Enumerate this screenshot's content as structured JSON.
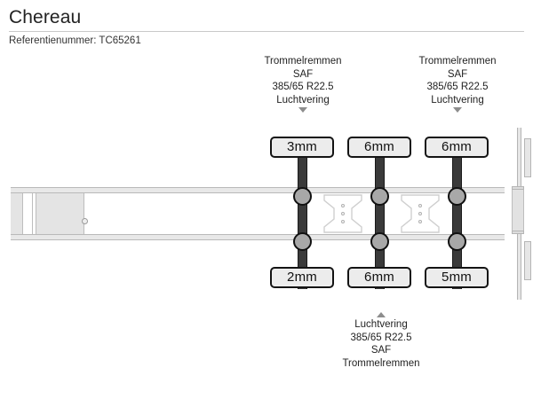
{
  "header": {
    "title": "Chereau",
    "reference_label": "Referentienummer: TC65261"
  },
  "diagram": {
    "type": "trailer-axle-diagram",
    "callouts": [
      {
        "id": "top-left",
        "position": "top",
        "arrow": "down",
        "lines": [
          "Trommelremmen",
          "SAF",
          "385/65 R22.5",
          "Luchtvering"
        ]
      },
      {
        "id": "top-right",
        "position": "top",
        "arrow": "down",
        "lines": [
          "Trommelremmen",
          "SAF",
          "385/65 R22.5",
          "Luchtvering"
        ]
      },
      {
        "id": "bottom",
        "position": "bottom",
        "arrow": "up",
        "lines": [
          "Luchtvering",
          "385/65 R22.5",
          "SAF",
          "Trommelremmen"
        ]
      }
    ],
    "axles": [
      {
        "index": 1,
        "top_badge": "3mm",
        "bottom_badge": "2mm"
      },
      {
        "index": 2,
        "top_badge": "6mm",
        "bottom_badge": "6mm"
      },
      {
        "index": 3,
        "top_badge": "6mm",
        "bottom_badge": "5mm"
      }
    ],
    "parts": {
      "kingpin": "kingpin-plate",
      "hangers": 2,
      "hanger_dots": 3,
      "rear_lamps": 2
    },
    "colors": {
      "axle": "#3a3a3a",
      "hub": "#a8a8a8",
      "badge_fill": "#ececec",
      "badge_border": "#141414",
      "rail": "#e8e8e8",
      "rail_stroke": "#b9b9b9",
      "arrow": "#8d8d8d",
      "text": "#222222",
      "rule": "#c9c9c9"
    }
  }
}
